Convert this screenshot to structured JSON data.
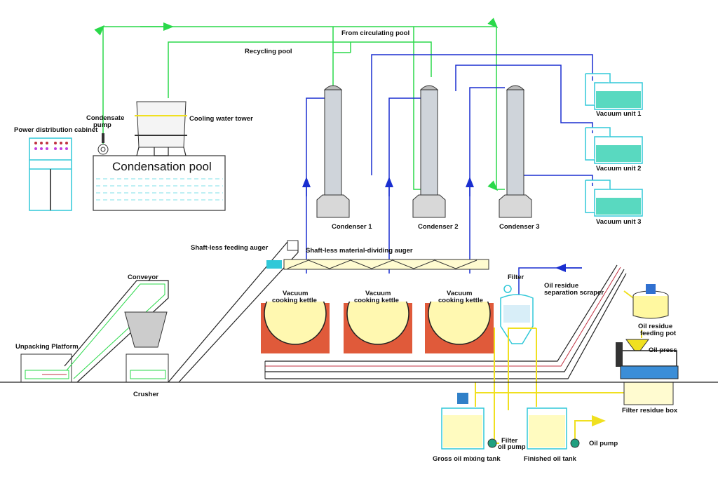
{
  "labels": {
    "from_circulating_pool": "From circulating pool",
    "recycling_pool": "Recycling pool",
    "condensate_pump_1": "Condensate",
    "condensate_pump_2": "pump",
    "cooling_water_tower": "Cooling water tower",
    "power_distribution_cabinet": "Power distribution cabinet",
    "condensation_pool": "Condensation pool",
    "condenser_1": "Condenser 1",
    "condenser_2": "Condenser 2",
    "condenser_3": "Condenser 3",
    "vacuum_unit_1": "Vacuum unit 1",
    "vacuum_unit_2": "Vacuum unit 2",
    "vacuum_unit_3": "Vacuum unit 3",
    "shaftless_feeding_auger": "Shaft-less feeding auger",
    "shaftless_dividing_auger": "Shaft-less material-dividing auger",
    "conveyor": "Conveyor",
    "unpacking_platform": "Unpacking Platform",
    "crusher": "Crusher",
    "kettle_line1": "Vacuum",
    "kettle_line2": "cooking kettle",
    "filter": "Filter",
    "scraper_1": "Oil residue",
    "scraper_2": "separation scraper",
    "feeding_pot_1": "Oil residue",
    "feeding_pot_2": "feeding pot",
    "oil_press": "Oil press",
    "filter_residue_box": "Filter residue box",
    "gross_oil_mixing_tank": "Gross oil mixing tank",
    "filter_oil_pump_1": "Filter",
    "filter_oil_pump_2": "oil pump",
    "finished_oil_tank": "Finished oil tank",
    "oil_pump": "Oil pump"
  },
  "colors": {
    "cooling_water": "#2ad94a",
    "vacuum_line": "#1a2fd0",
    "oil_line": "#f0e020",
    "equipment_outline": "#30c8d8",
    "kettle_base": "#e05a3a"
  }
}
